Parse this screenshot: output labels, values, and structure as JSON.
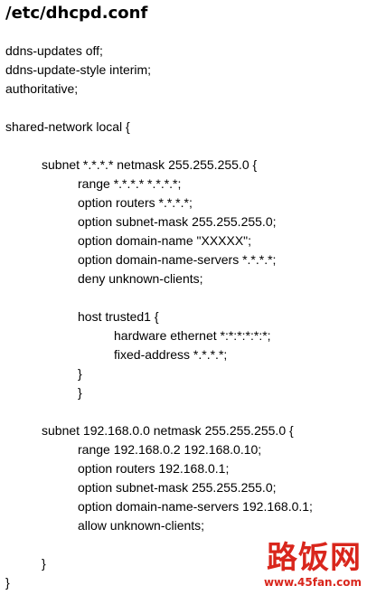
{
  "document": {
    "title": "/etc/dhcpd.conf",
    "lines": [
      "ddns-updates off;",
      "ddns-update-style interim;",
      "authoritative;",
      "",
      "shared-network local {",
      "",
      "subnet *.*.*.* netmask 255.255.255.0 {",
      "range *.*.*.* *.*.*.*;",
      "option routers *.*.*.*;",
      "option subnet-mask 255.255.255.0;",
      "option domain-name \"XXXXX\";",
      "option domain-name-servers *.*.*.*;",
      "deny unknown-clients;",
      "",
      "host trusted1 {",
      "hardware ethernet *:*:*:*:*:*;",
      "fixed-address *.*.*.*;",
      "}",
      "}",
      "",
      "subnet 192.168.0.0 netmask 255.255.255.0 {",
      "range 192.168.0.2 192.168.0.10;",
      "option routers 192.168.0.1;",
      "option subnet-mask 255.255.255.0;",
      "option domain-name-servers 192.168.0.1;",
      "allow unknown-clients;",
      "",
      "}",
      "}"
    ]
  },
  "watermark": {
    "brand": "路饭网",
    "url": "www.45fan.com",
    "color": "#d9261c"
  }
}
